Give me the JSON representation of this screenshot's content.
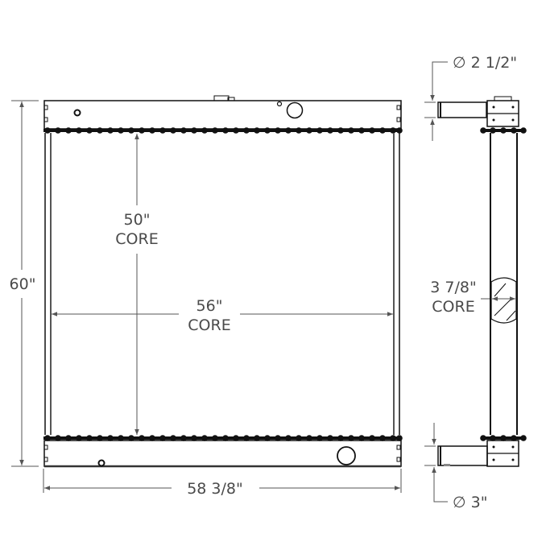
{
  "drawing": {
    "subject": "radiator",
    "colors": {
      "line": "#111111",
      "dim": "#555555",
      "text": "#4a4a4a",
      "background": "#ffffff"
    }
  },
  "dimensions": {
    "overall_height": "60\"",
    "overall_width": "58 3/8\"",
    "core_height": {
      "value": "50\"",
      "label": "CORE"
    },
    "core_width": {
      "value": "56\"",
      "label": "CORE"
    },
    "core_depth": {
      "value": "3 7/8\"",
      "label": "CORE"
    },
    "inlet_diameter": {
      "symbol": "∅",
      "value": "2 1/2\""
    },
    "outlet_diameter": {
      "symbol": "∅",
      "value": "3\""
    }
  }
}
